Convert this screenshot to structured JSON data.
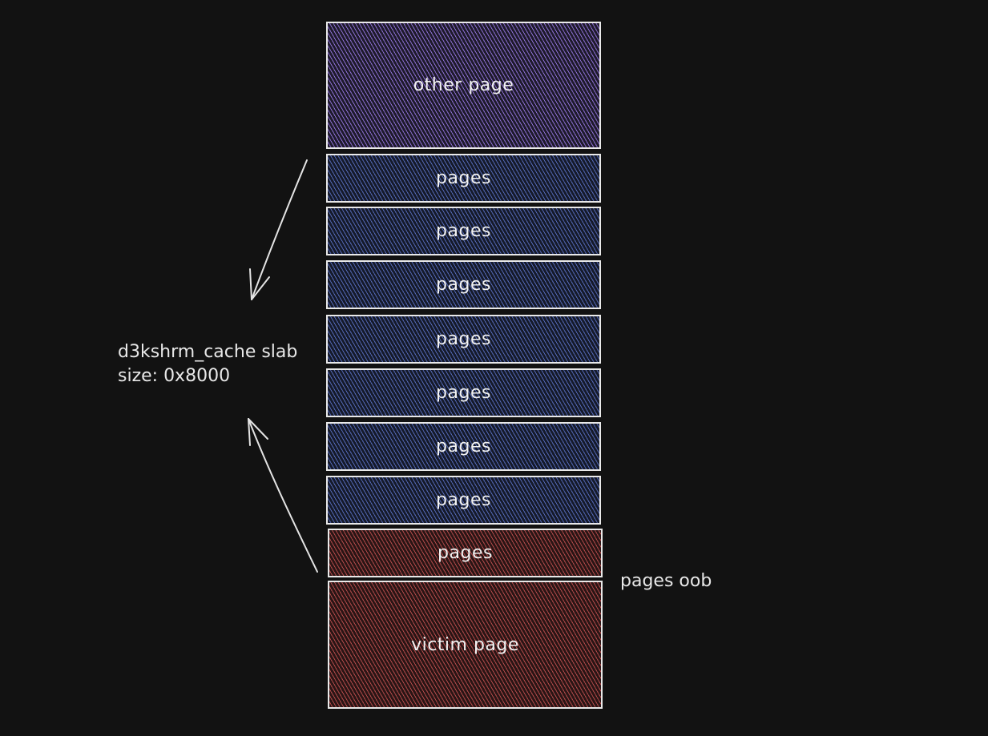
{
  "blocks": {
    "other_page": "other page",
    "pages_label": "pages",
    "victim_page": "victim page"
  },
  "annotations": {
    "slab_line1": "d3kshrm_cache slab",
    "slab_line2": "size: 0x8000",
    "oob": "pages oob"
  },
  "colors": {
    "background": "#121212",
    "other_page": "#8b6fd0",
    "pages": "#5468b4",
    "oob_and_victim": "#b04a4a",
    "stroke": "#e9e9e9"
  }
}
